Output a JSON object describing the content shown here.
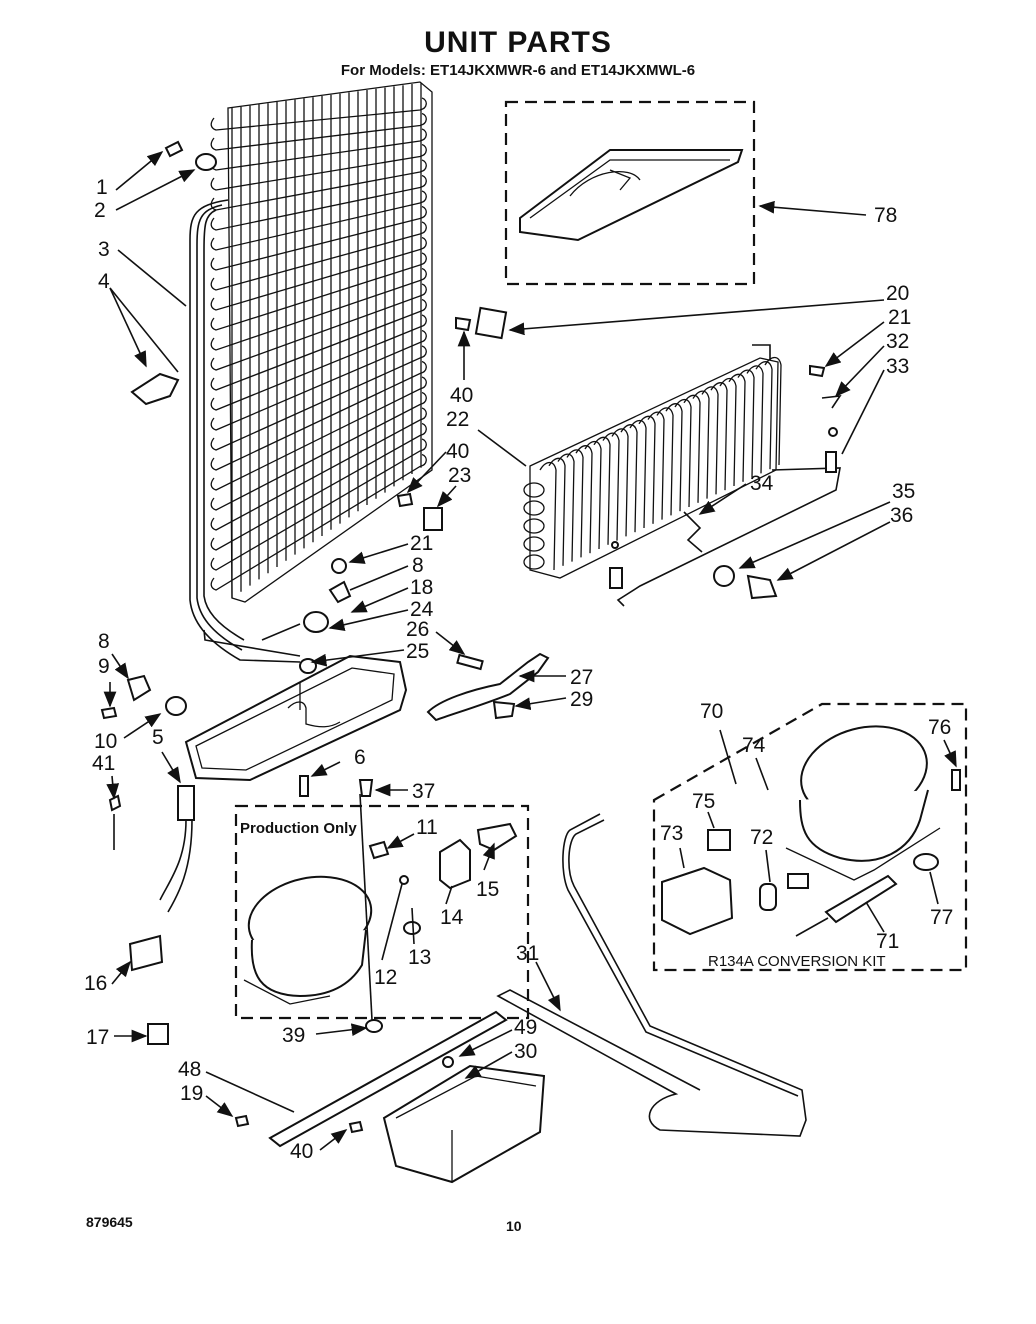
{
  "header": {
    "title": "UNIT PARTS",
    "models": "For Models: ET14JKXMWR-6 and ET14JKXMWL-6"
  },
  "footer": {
    "doc_number": "879645",
    "page_number": "10"
  },
  "boxes": {
    "production_only": "Production Only",
    "conversion_kit": "R134A  CONVERSION  KIT"
  },
  "callouts": [
    {
      "id": "1",
      "text": "1"
    },
    {
      "id": "2",
      "text": "2"
    },
    {
      "id": "3",
      "text": "3"
    },
    {
      "id": "4",
      "text": "4"
    },
    {
      "id": "78",
      "text": "78"
    },
    {
      "id": "20",
      "text": "20"
    },
    {
      "id": "21a",
      "text": "21"
    },
    {
      "id": "32",
      "text": "32"
    },
    {
      "id": "33",
      "text": "33"
    },
    {
      "id": "40a",
      "text": "40"
    },
    {
      "id": "22",
      "text": "22"
    },
    {
      "id": "40b",
      "text": "40"
    },
    {
      "id": "23",
      "text": "23"
    },
    {
      "id": "34",
      "text": "34"
    },
    {
      "id": "35",
      "text": "35"
    },
    {
      "id": "36",
      "text": "36"
    },
    {
      "id": "21b",
      "text": "21"
    },
    {
      "id": "8a",
      "text": "8"
    },
    {
      "id": "18",
      "text": "18"
    },
    {
      "id": "24",
      "text": "24"
    },
    {
      "id": "26",
      "text": "26"
    },
    {
      "id": "25",
      "text": "25"
    },
    {
      "id": "27",
      "text": "27"
    },
    {
      "id": "29",
      "text": "29"
    },
    {
      "id": "8b",
      "text": "8"
    },
    {
      "id": "9",
      "text": "9"
    },
    {
      "id": "10",
      "text": "10"
    },
    {
      "id": "5",
      "text": "5"
    },
    {
      "id": "41",
      "text": "41"
    },
    {
      "id": "6",
      "text": "6"
    },
    {
      "id": "37",
      "text": "37"
    },
    {
      "id": "11",
      "text": "11"
    },
    {
      "id": "15",
      "text": "15"
    },
    {
      "id": "14",
      "text": "14"
    },
    {
      "id": "13",
      "text": "13"
    },
    {
      "id": "12",
      "text": "12"
    },
    {
      "id": "16",
      "text": "16"
    },
    {
      "id": "17",
      "text": "17"
    },
    {
      "id": "39",
      "text": "39"
    },
    {
      "id": "70",
      "text": "70"
    },
    {
      "id": "76",
      "text": "76"
    },
    {
      "id": "74",
      "text": "74"
    },
    {
      "id": "75",
      "text": "75"
    },
    {
      "id": "73",
      "text": "73"
    },
    {
      "id": "72",
      "text": "72"
    },
    {
      "id": "77",
      "text": "77"
    },
    {
      "id": "71",
      "text": "71"
    },
    {
      "id": "31",
      "text": "31"
    },
    {
      "id": "49",
      "text": "49"
    },
    {
      "id": "30",
      "text": "30"
    },
    {
      "id": "48",
      "text": "48"
    },
    {
      "id": "19",
      "text": "19"
    },
    {
      "id": "40c",
      "text": "40"
    }
  ]
}
